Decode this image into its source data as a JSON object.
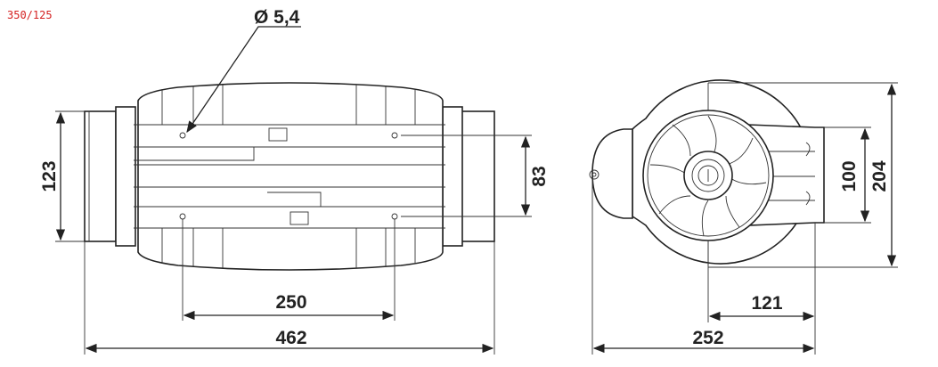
{
  "model_label": "350/125",
  "colors": {
    "model_label": "#d42020",
    "lines": "#222222"
  },
  "side_view": {
    "hole_diameter": "Ø 5,4",
    "duct_height": "123",
    "hole_spacing_vertical": "83",
    "hole_spacing_horizontal": "250",
    "total_length": "462"
  },
  "front_view": {
    "bracket_height": "100",
    "total_height": "204",
    "center_to_bracket": "121",
    "total_width": "252"
  }
}
